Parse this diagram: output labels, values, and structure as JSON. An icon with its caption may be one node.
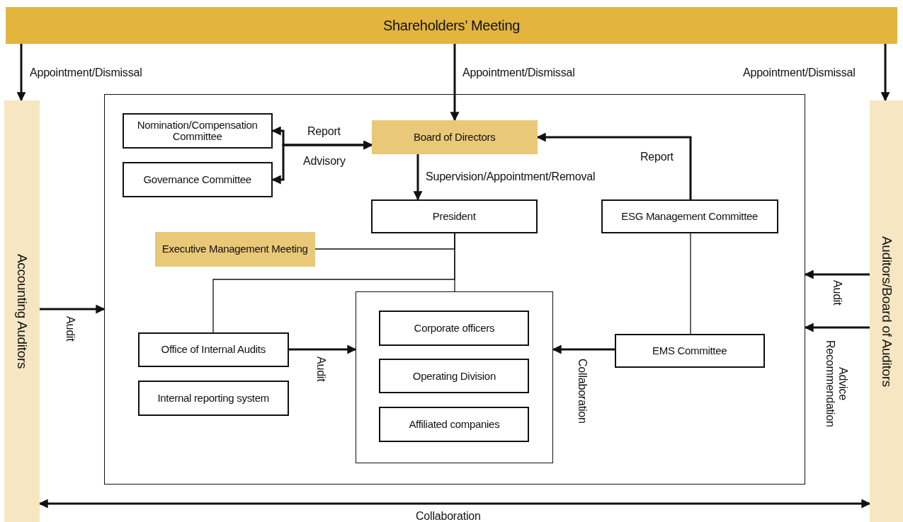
{
  "diagram": {
    "nodes": [
      {
        "text": [
          "Shareholders’ Meeting"
        ]
      },
      {
        "text": [
          "Accounting Auditors"
        ]
      },
      {
        "text": [
          "Auditors/Board of Auditors"
        ]
      },
      {
        "text": [],
        "shape": "box"
      },
      {
        "text": [
          "Nomination/Compensation Committee"
        ],
        "in": 3
      },
      {
        "text": [
          "Governance Committee"
        ],
        "in": 3
      },
      {
        "text": [
          "Board of Directors"
        ],
        "in": 3
      },
      {
        "text": [
          "President"
        ],
        "in": 3
      },
      {
        "text": [
          "ESG Management Committee"
        ],
        "in": 3
      },
      {
        "text": [
          "Executive Management Meeting"
        ],
        "in": 3
      },
      {
        "text": [],
        "shape": "box",
        "in": 3
      },
      {
        "text": [
          "Corporate officers"
        ],
        "in": 10
      },
      {
        "text": [
          "Operating Division"
        ],
        "in": 10
      },
      {
        "text": [
          "Affiliated companies"
        ],
        "in": 10
      },
      {
        "text": [
          "Office of Internal Audits"
        ],
        "in": 3
      },
      {
        "text": [
          "Internal reporting system"
        ],
        "in": 3
      },
      {
        "text": [
          "EMS Committee"
        ],
        "in": 3
      }
    ],
    "edges": [
      {
        "from": 0,
        "to": 1,
        "arrow": "to",
        "label": "Appointment/Dismissal"
      },
      {
        "from": 0,
        "to": 6,
        "arrow": "to",
        "label": "Appointment/Dismissal"
      },
      {
        "from": 0,
        "to": 2,
        "arrow": "to",
        "label": "Appointment/Dismissal"
      },
      {
        "from": 4,
        "to": 6,
        "arrow": "both",
        "label": "Report"
      },
      {
        "from": 5,
        "to": 6,
        "arrow": "both",
        "label": "Advisory"
      },
      {
        "from": 6,
        "to": 7,
        "arrow": "to",
        "label": "Supervision/Appointment/Removal"
      },
      {
        "from": 8,
        "to": 6,
        "arrow": "to",
        "label": "Report"
      },
      {
        "from": 7,
        "to": 9,
        "arrow": "none"
      },
      {
        "from": 7,
        "to": 10,
        "arrow": "none"
      },
      {
        "from": 7,
        "to": 14,
        "arrow": "none"
      },
      {
        "from": 8,
        "to": 16,
        "arrow": "none"
      },
      {
        "from": 1,
        "to": 3,
        "arrow": "to",
        "label": "Audit"
      },
      {
        "from": 14,
        "to": 10,
        "arrow": "to",
        "label": "Audit"
      },
      {
        "from": 16,
        "to": 10,
        "arrow": "to",
        "label": "Collaboration"
      },
      {
        "from": 2,
        "to": 3,
        "arrow": "to",
        "label": "Audit"
      },
      {
        "from": 2,
        "to": 3,
        "arrow": "to",
        "label": "Advice Recommendation"
      },
      {
        "from": 1,
        "to": 2,
        "arrow": "both",
        "label": "Collaboration"
      }
    ]
  }
}
